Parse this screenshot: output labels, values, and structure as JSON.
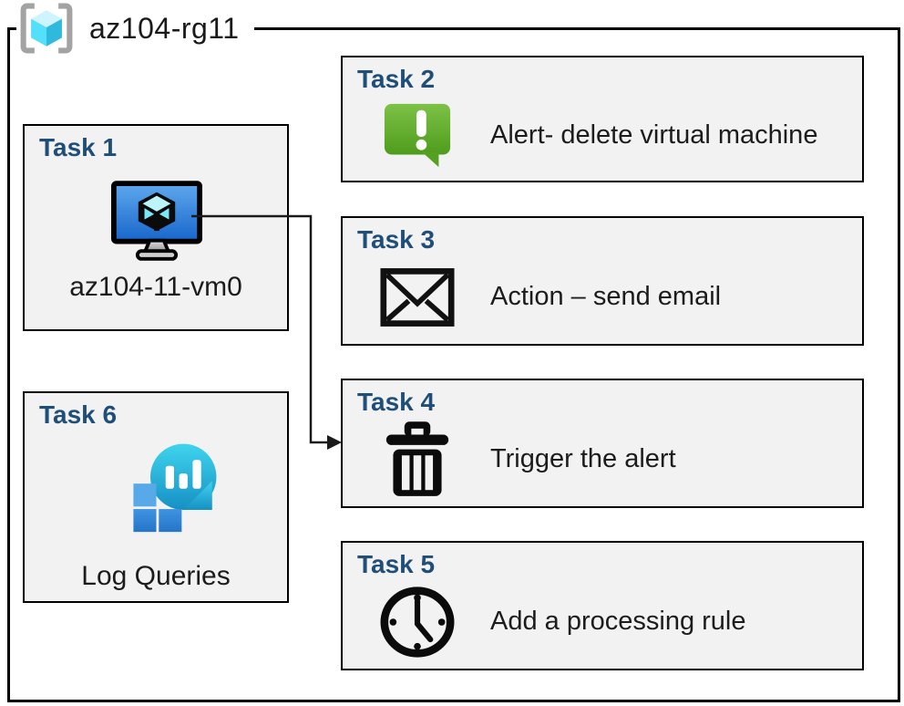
{
  "resource_group": {
    "name": "az104-rg11",
    "icon": "resource-group-icon"
  },
  "tasks": [
    {
      "id": "task1",
      "header": "Task 1",
      "label": "az104-11-vm0",
      "icon": "virtual-machine-icon"
    },
    {
      "id": "task2",
      "header": "Task 2",
      "label": "Alert- delete virtual machine",
      "icon": "alert-icon"
    },
    {
      "id": "task3",
      "header": "Task 3",
      "label": "Action – send email",
      "icon": "email-icon"
    },
    {
      "id": "task4",
      "header": "Task 4",
      "label": "Trigger the alert",
      "icon": "trash-icon"
    },
    {
      "id": "task5",
      "header": "Task 5",
      "label": "Add a processing rule",
      "icon": "clock-icon"
    },
    {
      "id": "task6",
      "header": "Task 6",
      "label": "Log Queries",
      "icon": "log-analytics-icon"
    }
  ],
  "connector": {
    "from": "task1-virtual-machine",
    "to": "task4"
  },
  "colors": {
    "task_header_blue": "#1f4e79",
    "box_fill_gray": "#f2f2f2",
    "border_black": "#000000",
    "alert_green_top": "#7cc247",
    "alert_green_bottom": "#4f9c1c",
    "vm_screen_blue_top": "#5fa8ee",
    "vm_screen_blue_bottom": "#1766cb",
    "log_bubble_teal_top": "#3fd4ee",
    "log_bubble_teal_bottom": "#1690c4",
    "log_square_blue": "#2c80d2",
    "log_square_blue_light": "#57a9e8",
    "rg_cube_cyan": "#54e0fb",
    "rg_bracket_gray": "#a3a3a3"
  }
}
